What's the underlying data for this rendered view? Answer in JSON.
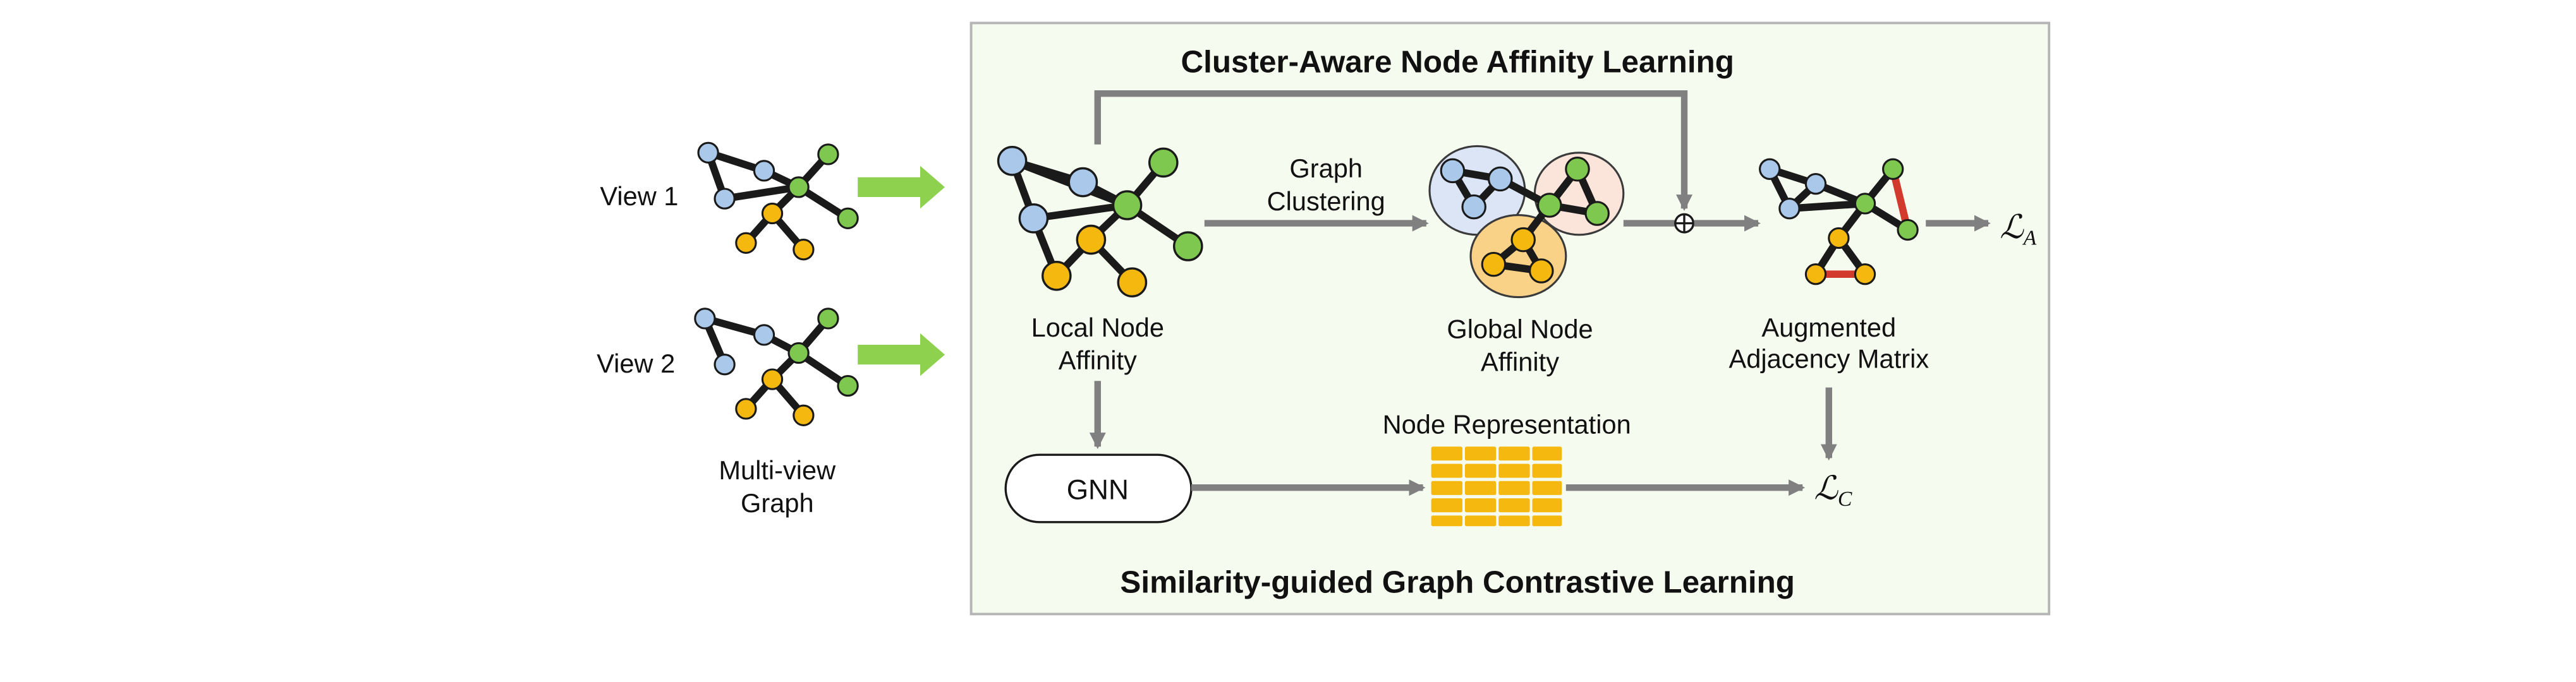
{
  "top_title": "Cluster-Aware Node Affinity Learning",
  "bottom_title": "Similarity-guided Graph Contrastive Learning",
  "multi_view": {
    "view1_label": "View 1",
    "view2_label": "View 2",
    "caption_line1": "Multi-view",
    "caption_line2": "Graph"
  },
  "local_affinity": {
    "line1": "Local Node",
    "line2": "Affinity"
  },
  "graph_clustering": {
    "line1": "Graph",
    "line2": "Clustering"
  },
  "global_affinity": {
    "line1": "Global Node",
    "line2": "Affinity"
  },
  "augmented": {
    "line1": "Augmented",
    "line2": "Adjacency Matrix"
  },
  "aggregate_symbol": "⊕",
  "gnn_label": "GNN",
  "node_representation_label": "Node Representation",
  "loss_a": {
    "main": "ℒ",
    "sub": "A"
  },
  "loss_c": {
    "main": "ℒ",
    "sub": "C"
  },
  "colors": {
    "blue_node": "#a9c8ea",
    "green_node": "#7ec850",
    "orange_node": "#f4b80f",
    "panel_fill": "#f6fbef",
    "panel_border": "#b5b5b5",
    "big_arrow": "#8dd14f",
    "arrow_gray": "#808080",
    "cluster_blue": "#dbe5f6",
    "cluster_pink": "#fbe4da",
    "cluster_orange": "#f9d187",
    "red_edge": "#d23a2e",
    "matrix_cell": "#f4b80f"
  },
  "icons": [
    "big-arrow-icon",
    "circle-plus-icon",
    "matrix-grid-icon"
  ]
}
